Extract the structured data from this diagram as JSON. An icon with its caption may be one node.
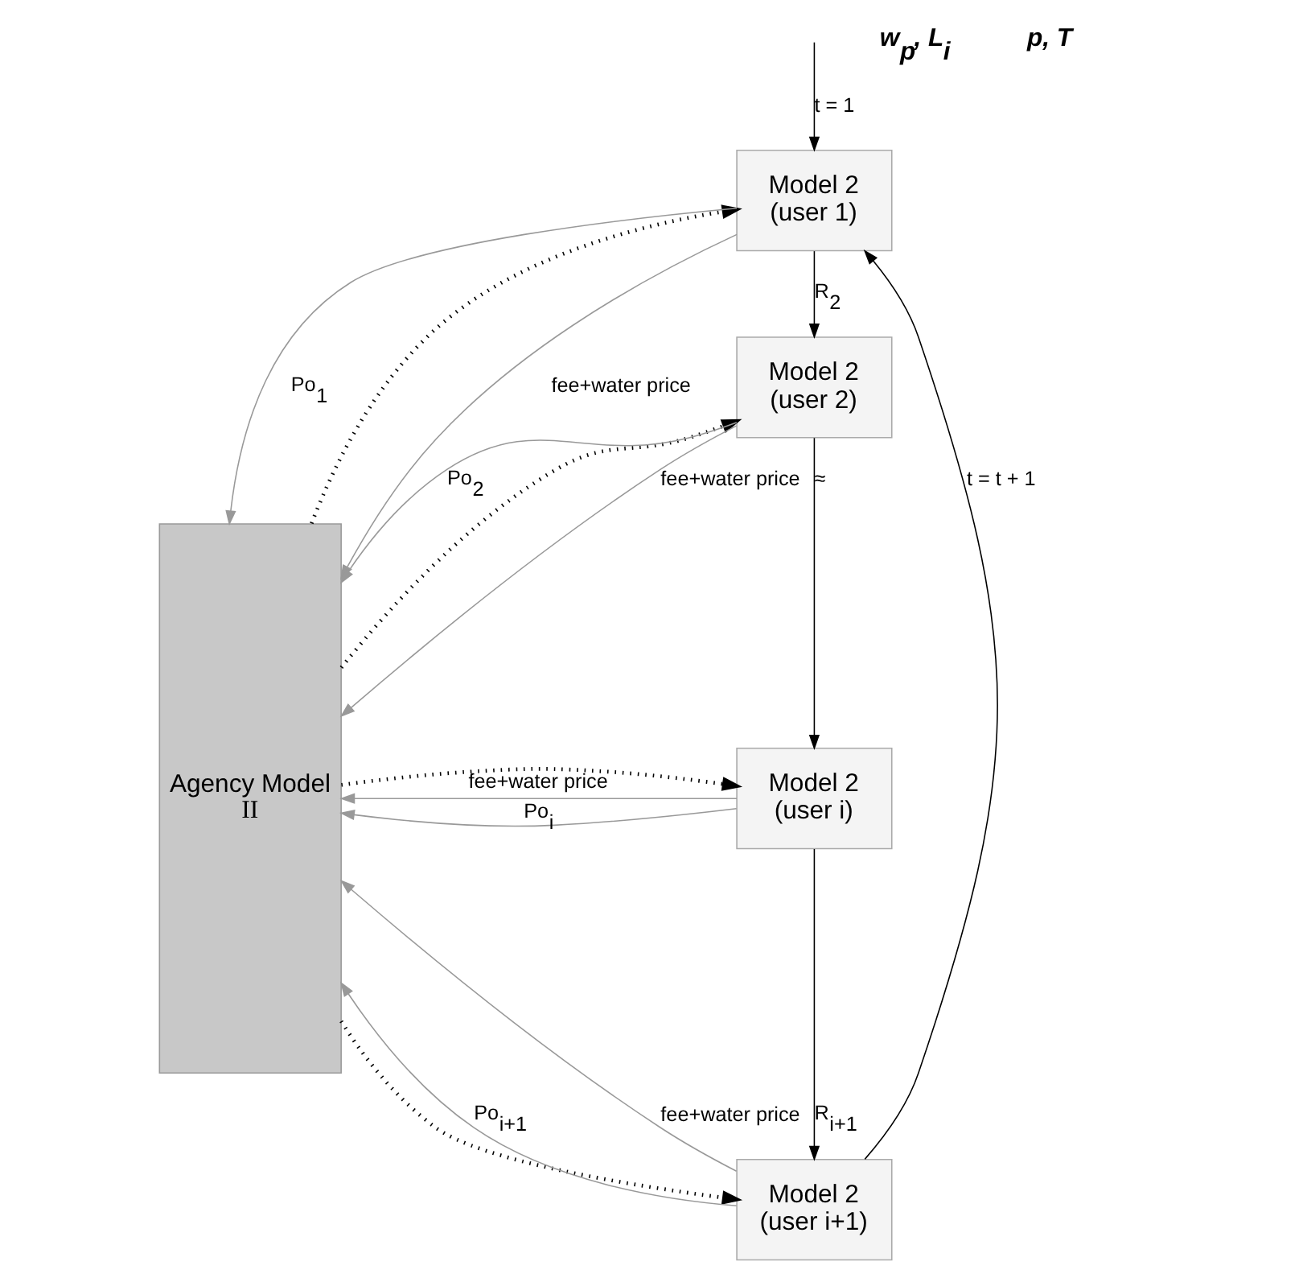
{
  "diagram": {
    "nodes": [
      {
        "text": [
          "Agency Model",
          "II"
        ]
      },
      {
        "text": [
          "Model 2",
          "(user 1)"
        ]
      },
      {
        "text": [
          "Model 2",
          "(user 2)"
        ]
      },
      {
        "text": [
          "Model 2",
          "(user i)"
        ]
      },
      {
        "text": [
          "Model 2",
          "(user i+1)"
        ]
      }
    ],
    "edges": [
      {
        "from": null,
        "to": 1,
        "arrow": "to",
        "label": "t = 1"
      },
      {
        "from": 1,
        "to": 2,
        "arrow": "to",
        "label": "R$_{2}$"
      },
      {
        "from": 2,
        "to": 3,
        "arrow": "to",
        "label": "≈"
      },
      {
        "from": 3,
        "to": 4,
        "arrow": "to",
        "label": "R$_{i+1}$"
      },
      {
        "from": 4,
        "to": 1,
        "arrow": "to",
        "label": "t = t + 1"
      },
      {
        "from": 1,
        "to": 0,
        "arrow": "to",
        "label": "fee+water price",
        "color": "#999999"
      },
      {
        "from": 1,
        "to": 0,
        "arrow": "to",
        "label": "Po$_{1}$",
        "color": "#999999"
      },
      {
        "from": 0,
        "to": 1,
        "arrow": "to",
        "style": "dashed"
      },
      {
        "from": 2,
        "to": 0,
        "arrow": "to",
        "label": "Po$_{2}$",
        "color": "#999999"
      },
      {
        "from": 0,
        "to": 2,
        "arrow": "to",
        "style": "dashed"
      },
      {
        "from": 2,
        "to": 0,
        "arrow": "to",
        "label": "fee+water price",
        "color": "#999999"
      },
      {
        "from": 0,
        "to": 3,
        "arrow": "to",
        "style": "dashed"
      },
      {
        "from": 3,
        "to": 0,
        "arrow": "to",
        "label": "fee+water price",
        "color": "#999999"
      },
      {
        "from": 3,
        "to": 0,
        "arrow": "to",
        "label": "Po$_{i}$",
        "color": "#999999"
      },
      {
        "from": 4,
        "to": 0,
        "arrow": "to",
        "label": "Po$_{i+1}$",
        "color": "#999999"
      },
      {
        "from": 0,
        "to": 4,
        "arrow": "to",
        "style": "dashed"
      },
      {
        "from": 4,
        "to": 0,
        "arrow": "to",
        "label": "fee+water price",
        "color": "#999999"
      }
    ],
    "labels": [
      "w$_{p}$, L$_{i}$",
      "p, T"
    ]
  }
}
